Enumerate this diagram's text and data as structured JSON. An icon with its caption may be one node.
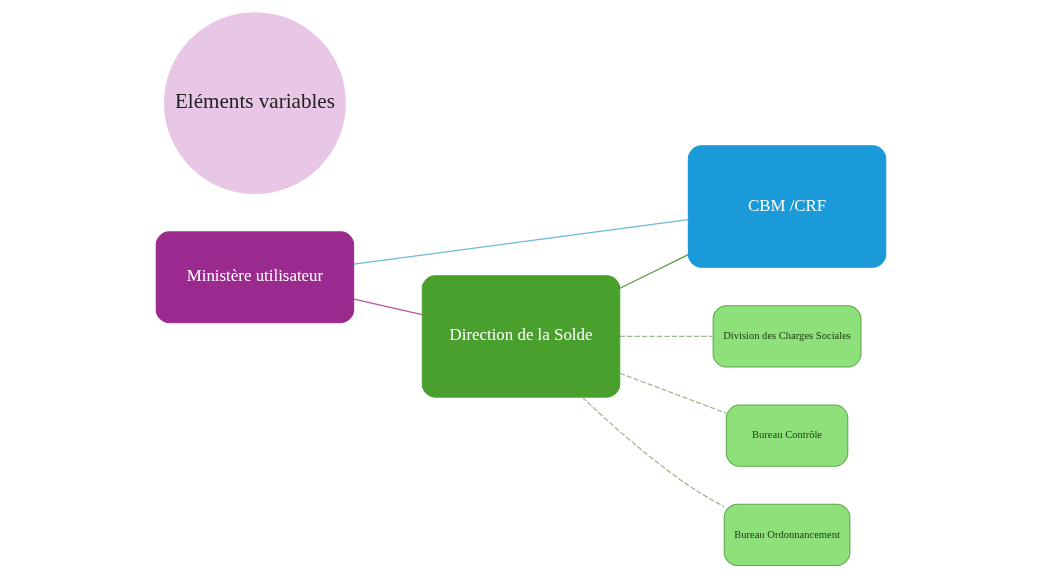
{
  "diagram": {
    "nodes": [
      {
        "text": [
          "Ministère utilisateur"
        ]
      },
      {
        "text": [
          "Eléments variables"
        ]
      },
      {
        "text": [
          "CBM /CRF"
        ]
      },
      {
        "text": [
          "Direction de la Solde"
        ]
      },
      {
        "text": [
          "Division des Charges Sociales"
        ]
      },
      {
        "text": [
          "Bureau Contrôle"
        ]
      },
      {
        "text": [
          "Bureau Ordonnancement"
        ]
      }
    ],
    "edges": [
      {
        "from": 0,
        "to": 3,
        "arrow": "none",
        "color": "#b5589e"
      },
      {
        "from": 3,
        "to": 2,
        "arrow": "none",
        "color": "#4c9a3a"
      },
      {
        "from": 2,
        "to": 0,
        "arrow": "none",
        "color": "#6fb8d8"
      },
      {
        "from": 3,
        "to": 4,
        "arrow": "none",
        "style": "dashed"
      },
      {
        "from": 3,
        "to": 5,
        "arrow": "none",
        "style": "dashed"
      },
      {
        "from": 3,
        "to": 6,
        "arrow": "none",
        "style": "dashed"
      }
    ]
  }
}
